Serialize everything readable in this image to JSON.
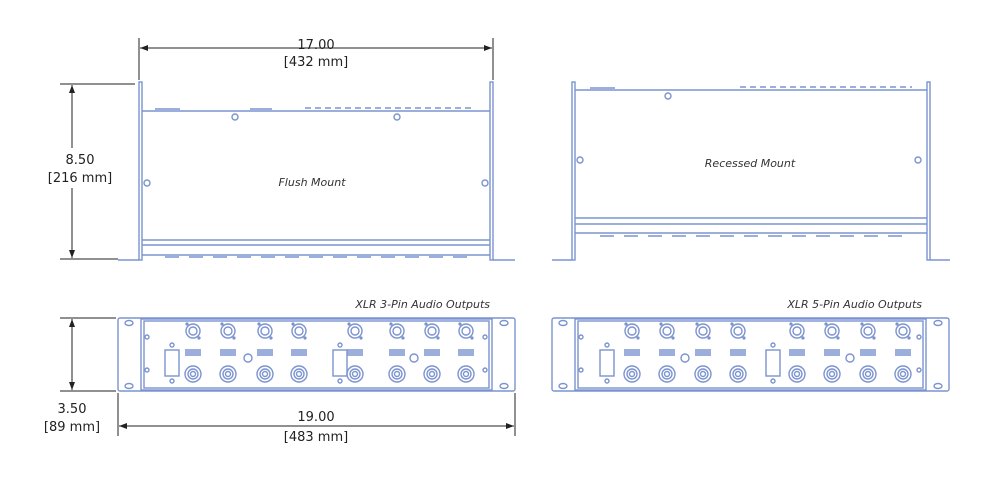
{
  "dimensions": {
    "width_in": "17.00",
    "width_mm": "[432 mm]",
    "depth_in": "8.50",
    "depth_mm": "[216 mm]",
    "height_in": "3.50",
    "height_mm": "[89 mm]",
    "rack_width_in": "19.00",
    "rack_width_mm": "[483 mm]"
  },
  "views": {
    "flush_label": "Flush Mount",
    "recessed_label": "Recessed Mount",
    "xlr3_label": "XLR 3-Pin Audio Outputs",
    "xlr5_label": "XLR 5-Pin Audio Outputs"
  },
  "panel": {
    "groups": 2,
    "outputs_per_group": 4
  },
  "colors": {
    "drawing": "#7b93cf",
    "dimension": "#222222"
  }
}
